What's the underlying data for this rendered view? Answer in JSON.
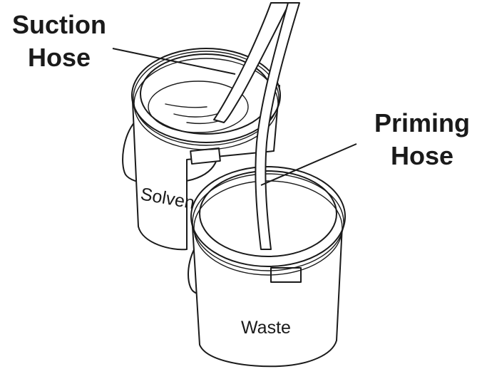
{
  "labels": {
    "suction_hose": [
      "Suction",
      "Hose"
    ],
    "priming_hose": [
      "Priming",
      "Hose"
    ]
  },
  "pails": {
    "back": "Solvent",
    "front": "Waste"
  },
  "colors": {
    "line": "#1a1a1a",
    "background": "#ffffff"
  }
}
